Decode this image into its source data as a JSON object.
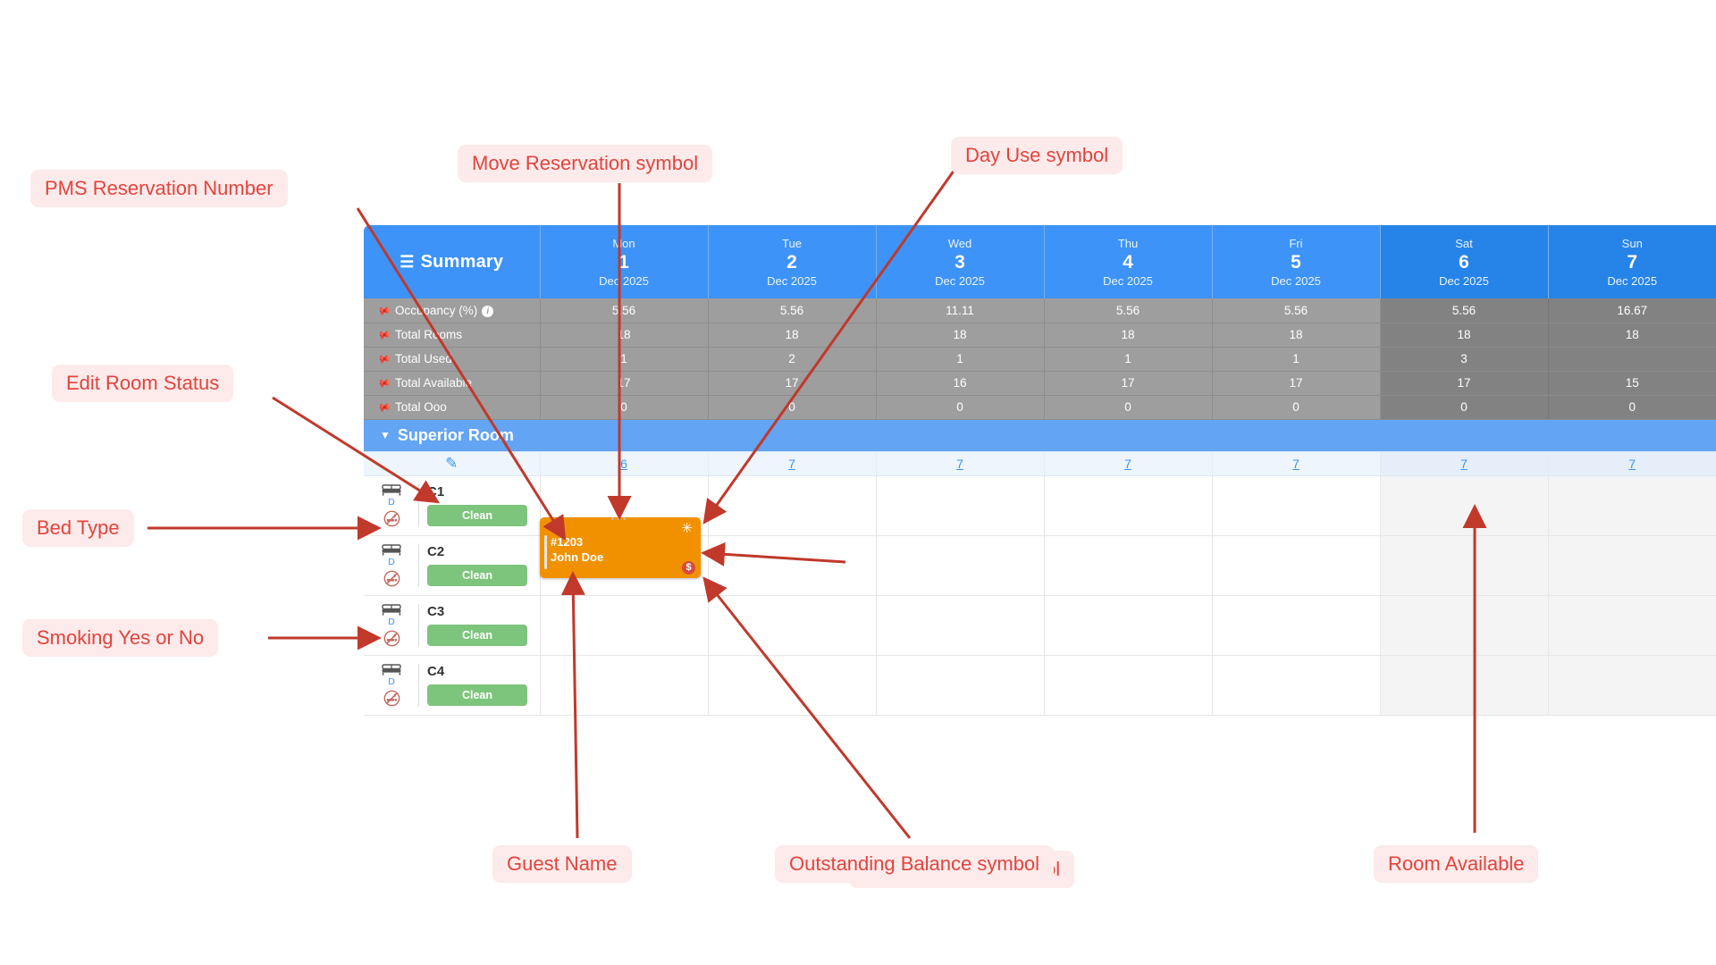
{
  "header": {
    "summary_label": "Summary",
    "hamburger_icon": "hamburger-icon",
    "days": [
      {
        "dow": "Mon",
        "num": "1",
        "month": "Dec 2025",
        "weekend": false
      },
      {
        "dow": "Tue",
        "num": "2",
        "month": "Dec 2025",
        "weekend": false
      },
      {
        "dow": "Wed",
        "num": "3",
        "month": "Dec 2025",
        "weekend": false
      },
      {
        "dow": "Thu",
        "num": "4",
        "month": "Dec 2025",
        "weekend": false
      },
      {
        "dow": "Fri",
        "num": "5",
        "month": "Dec 2025",
        "weekend": false
      },
      {
        "dow": "Sat",
        "num": "6",
        "month": "Dec 2025",
        "weekend": true
      },
      {
        "dow": "Sun",
        "num": "7",
        "month": "Dec 2025",
        "weekend": true
      }
    ]
  },
  "summary_rows": [
    {
      "label": "Occupancy (%)",
      "has_info": true,
      "values": [
        "5.56",
        "5.56",
        "11.11",
        "5.56",
        "5.56",
        "5.56",
        "16.67"
      ]
    },
    {
      "label": "Total Rooms",
      "has_info": false,
      "values": [
        "18",
        "18",
        "18",
        "18",
        "18",
        "18",
        "18"
      ]
    },
    {
      "label": "Total Used",
      "has_info": false,
      "values": [
        "1",
        "2",
        "1",
        "1",
        "1",
        "3",
        ""
      ]
    },
    {
      "label": "Total Available",
      "has_info": false,
      "values": [
        "17",
        "17",
        "16",
        "17",
        "17",
        "17",
        "15"
      ]
    },
    {
      "label": "Total Ooo",
      "has_info": false,
      "values": [
        "0",
        "0",
        "0",
        "0",
        "0",
        "0",
        "0"
      ]
    }
  ],
  "group": {
    "name": "Superior Room",
    "caret_icon": "caret-down-icon"
  },
  "availability_row": {
    "edit_icon": "pencil-icon",
    "counts": [
      "6",
      "7",
      "7",
      "7",
      "7",
      "7",
      "7"
    ]
  },
  "rooms": [
    {
      "name": "C1",
      "bed_code": "D",
      "status": "Clean",
      "bed_icon": "bed-icon",
      "smoking_icon": "no-smoking-icon"
    },
    {
      "name": "C2",
      "bed_code": "D",
      "status": "Clean",
      "bed_icon": "bed-icon",
      "smoking_icon": "no-smoking-icon"
    },
    {
      "name": "C3",
      "bed_code": "D",
      "status": "Clean",
      "bed_icon": "bed-icon",
      "smoking_icon": "no-smoking-icon"
    },
    {
      "name": "C4",
      "bed_code": "D",
      "status": "Clean",
      "bed_icon": "bed-icon",
      "smoking_icon": "no-smoking-icon"
    }
  ],
  "reservation": {
    "pms_number": "#1203",
    "guest_name": "John Doe",
    "move_icon": "move-reservation-icon",
    "day_use_icon": "day-use-asterisk-icon",
    "balance_icon": "outstanding-balance-icon",
    "balance_glyph": "$",
    "move_glyph": "⋯",
    "day_use_glyph": "✳"
  },
  "annotations": [
    {
      "id": "pms-reservation-number",
      "text": "PMS Reservation Number"
    },
    {
      "id": "move-reservation-symbol",
      "text": "Move Reservation symbol"
    },
    {
      "id": "day-use-symbol",
      "text": "Day Use symbol"
    },
    {
      "id": "edit-room-status",
      "text": "Edit Room Status"
    },
    {
      "id": "bed-type",
      "text": "Bed Type"
    },
    {
      "id": "smoking-yes-or-no",
      "text": "Smoking Yes or No"
    },
    {
      "id": "drag-and-drop-symbol",
      "text": "Drag and Drop symbol"
    },
    {
      "id": "guest-name",
      "text": "Guest Name"
    },
    {
      "id": "outstanding-balance-symbol",
      "text": "Outstanding Balance symbol"
    },
    {
      "id": "room-available",
      "text": "Room Available"
    }
  ],
  "colors": {
    "header_blue": "#3d93f7",
    "weekend_blue": "#2684e8",
    "group_blue": "#63a4f4",
    "summary_gray": "#9e9e9e",
    "reservation_orange": "#f29100",
    "clean_green": "#7dc47d",
    "annotation_red": "#e0453e",
    "annotation_bg": "#fdeaea"
  }
}
